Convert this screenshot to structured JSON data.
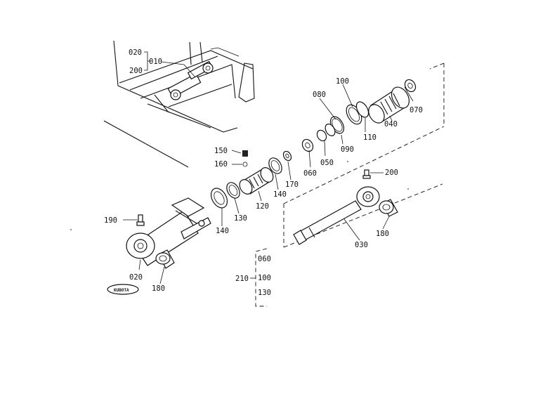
{
  "diagram": {
    "labels": {
      "p020_top": "020",
      "p200_top": "200",
      "p010": "010",
      "p080": "080",
      "p100_top": "100",
      "p070": "070",
      "p040": "040",
      "p110": "110",
      "p090": "090",
      "p050": "050",
      "p060": "060",
      "p150": "150",
      "p160": "160",
      "p170": "170",
      "p140_a": "140",
      "p120": "120",
      "p130_a": "130",
      "p140_b": "140",
      "p200_right": "200",
      "p190": "190",
      "p020_bottom": "020",
      "p180_left": "180",
      "p180_right": "180",
      "p030": "030",
      "kit_210": "210",
      "kit_060": "060",
      "kit_100": "100",
      "kit_130": "130"
    },
    "logo_text": "KUBOTA"
  }
}
